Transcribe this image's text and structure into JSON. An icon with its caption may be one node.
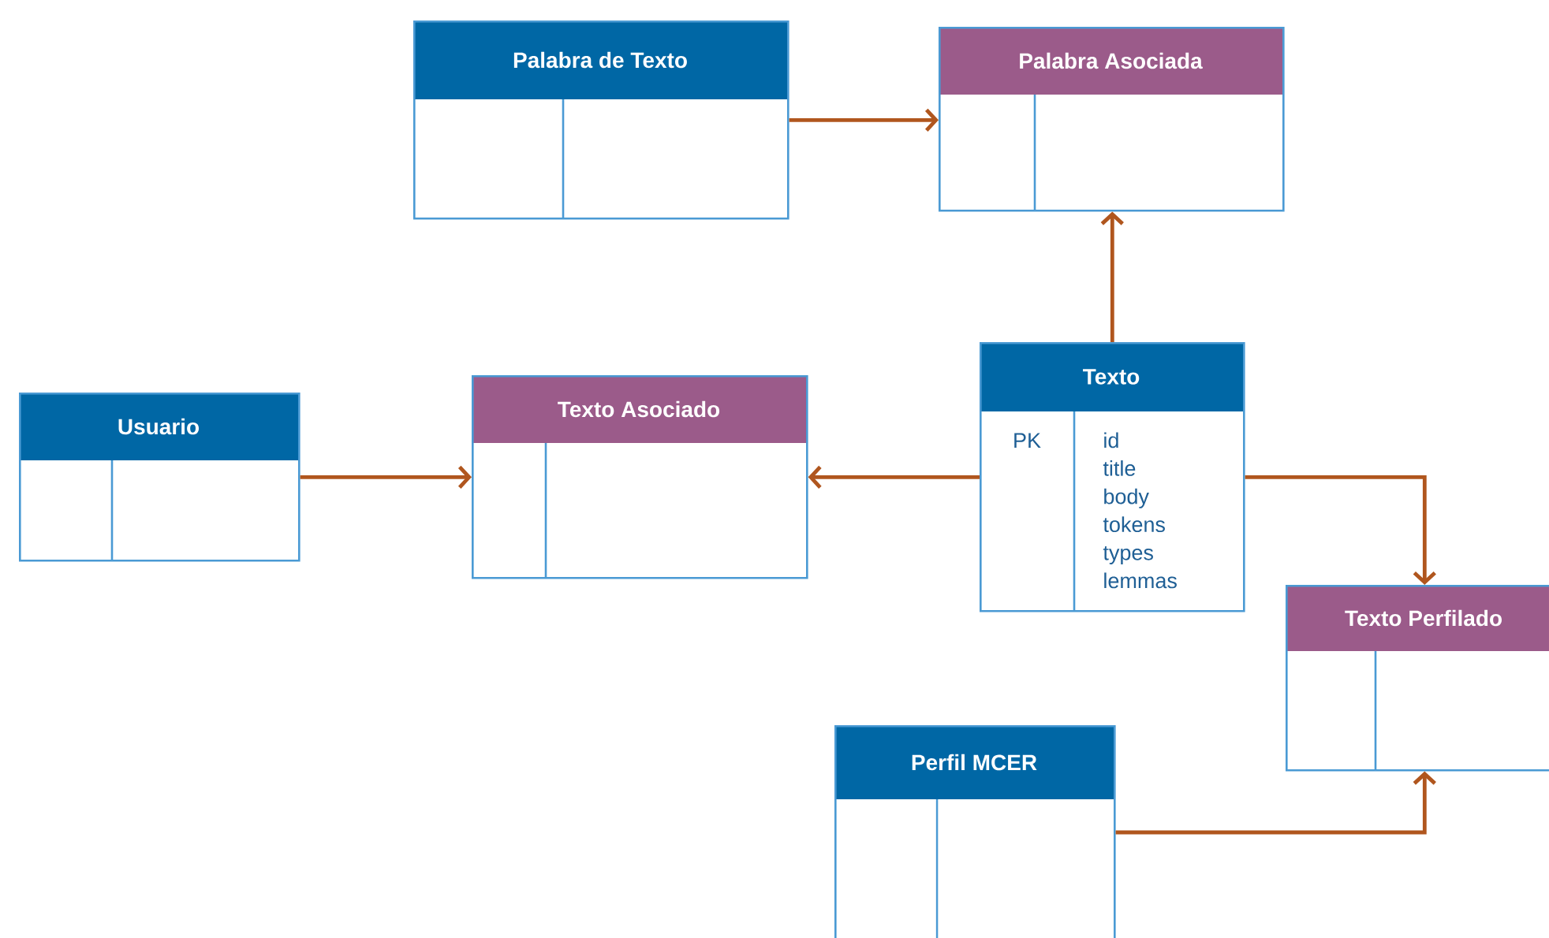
{
  "diagram": {
    "nodes": [
      {
        "text": [
          "Palabra de Texto"
        ]
      },
      {
        "text": [
          "Palabra Asociada"
        ]
      },
      {
        "text": [
          "Usuario"
        ]
      },
      {
        "text": [
          "Texto Asociado"
        ]
      },
      {
        "text": [
          "Texto",
          "PK",
          "id",
          "title",
          "body",
          "tokens",
          "types",
          "lemmas"
        ]
      },
      {
        "text": [
          "Texto Perfilado"
        ]
      },
      {
        "text": [
          "Perfil MCER"
        ]
      }
    ],
    "edges": [
      {
        "from": 0,
        "to": 1,
        "arrow": "to"
      },
      {
        "from": 4,
        "to": 1,
        "arrow": "to"
      },
      {
        "from": 2,
        "to": 3,
        "arrow": "to"
      },
      {
        "from": 4,
        "to": 3,
        "arrow": "to"
      },
      {
        "from": 4,
        "to": 5,
        "arrow": "to"
      },
      {
        "from": 6,
        "to": 5,
        "arrow": "to"
      }
    ]
  }
}
